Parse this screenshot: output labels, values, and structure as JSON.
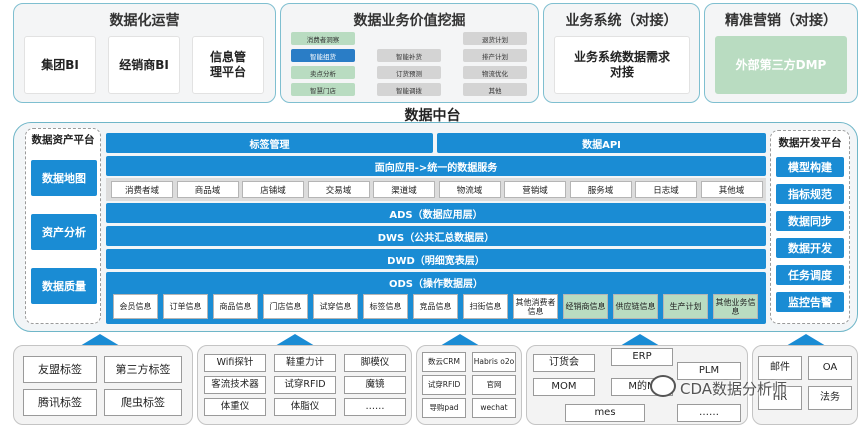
{
  "top": {
    "ops": {
      "title": "数据化运营",
      "boxes": [
        "集团BI",
        "经销商BI",
        "信息管理平台"
      ]
    },
    "value": {
      "title": "数据业务价值挖掘",
      "left": [
        {
          "label": "消费者洞察",
          "style": "g"
        },
        {
          "label": "智能组货",
          "style": "b"
        },
        {
          "label": "卖点分析",
          "style": "g"
        },
        {
          "label": "智慧门店",
          "style": "g"
        }
      ],
      "mid": [
        "智能补货",
        "订货预测",
        "智能调拨"
      ],
      "right": [
        "退货计划",
        "排产计划",
        "物流优化",
        "其他"
      ]
    },
    "biz": {
      "title": "业务系统（对接）",
      "box": "业务系统数据需求对接"
    },
    "mkt": {
      "title": "精准营销（对接）",
      "box": "外部第三方DMP"
    }
  },
  "middle": {
    "title": "数据中台",
    "asset_title": "数据资产平台",
    "asset_buttons": [
      "数据地图",
      "资产分析",
      "数据质量"
    ],
    "tag_bar": "标签管理",
    "api_bar": "数据API",
    "service_bar": "面向应用->统一的数据服务",
    "domains": [
      "消费者域",
      "商品域",
      "店铺域",
      "交易域",
      "渠道域",
      "物流域",
      "营销域",
      "服务域",
      "日志域",
      "其他域"
    ],
    "ads": "ADS（数据应用层）",
    "dws": "DWS（公共汇总数据层）",
    "dwd": "DWD（明细宽表层）",
    "ods": "ODS（操作数据层）",
    "sources": [
      {
        "label": "会员信息",
        "style": "w"
      },
      {
        "label": "订单信息",
        "style": "w"
      },
      {
        "label": "商品信息",
        "style": "w"
      },
      {
        "label": "门店信息",
        "style": "w"
      },
      {
        "label": "试穿信息",
        "style": "w"
      },
      {
        "label": "标签信息",
        "style": "w"
      },
      {
        "label": "竞品信息",
        "style": "w"
      },
      {
        "label": "扫街信息",
        "style": "w"
      },
      {
        "label": "其他消费者信息",
        "style": "w"
      },
      {
        "label": "经销商信息",
        "style": "g"
      },
      {
        "label": "供应链信息",
        "style": "g"
      },
      {
        "label": "生产计划",
        "style": "g"
      },
      {
        "label": "其他业务信息",
        "style": "g"
      }
    ],
    "dev_title": "数据开发平台",
    "dev_buttons": [
      "模型构建",
      "指标规范",
      "数据同步",
      "数据开发",
      "任务调度",
      "监控告警"
    ]
  },
  "bottom": {
    "tags": [
      "友盟标签",
      "第三方标签",
      "腾讯标签",
      "爬虫标签"
    ],
    "devices": [
      "Wifi探针",
      "鞋重力计",
      "脚模仪",
      "客流技术器",
      "试穿RFID",
      "魔镜",
      "体重仪",
      "体脂仪",
      "……"
    ],
    "store": [
      "数云CRM",
      "Habris o2o",
      "试穿RFID",
      "官网",
      "导购pad",
      "wechat"
    ],
    "systems": [
      "订货会",
      "ERP",
      "PLM",
      "MOM",
      "M的M",
      "mes",
      "……"
    ],
    "office": [
      "邮件",
      "OA",
      "HR",
      "法务"
    ]
  },
  "watermark": "CDA数据分析师"
}
